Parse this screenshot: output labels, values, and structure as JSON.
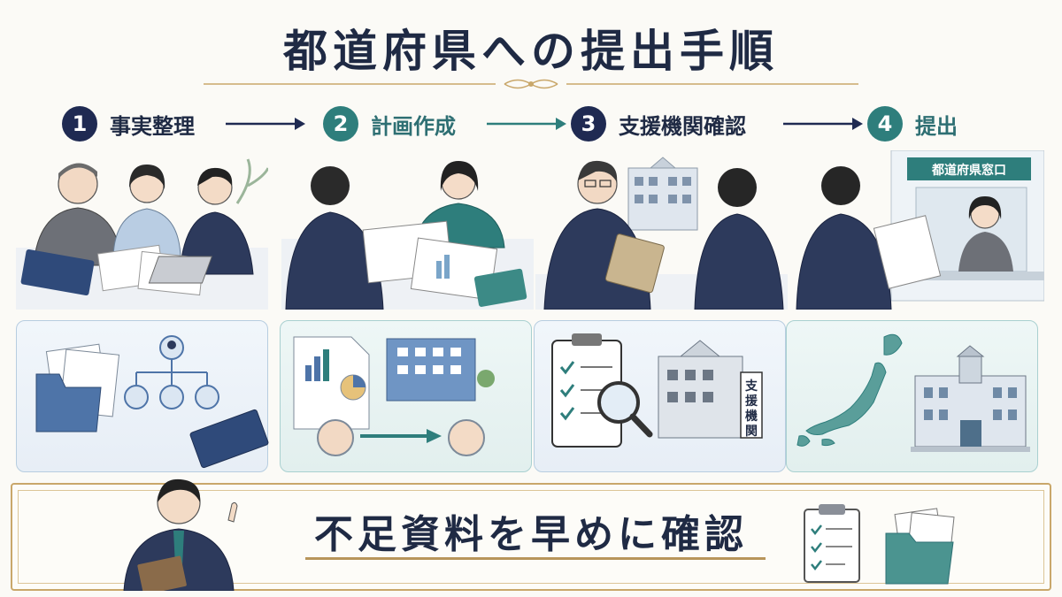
{
  "title": "都道府県への提出手順",
  "steps": [
    {
      "number": "1",
      "label": "事実整理"
    },
    {
      "number": "2",
      "label": "計画作成"
    },
    {
      "number": "3",
      "label": "支援機関確認"
    },
    {
      "number": "4",
      "label": "提出"
    }
  ],
  "scene4_sign": "都道府県窓口",
  "card3_sign": "支援機関",
  "banner": {
    "text": "不足資料を早めに確認"
  },
  "colors": {
    "navy": "#1f2a52",
    "teal": "#2e7e7c",
    "gold": "#c9a76a"
  }
}
